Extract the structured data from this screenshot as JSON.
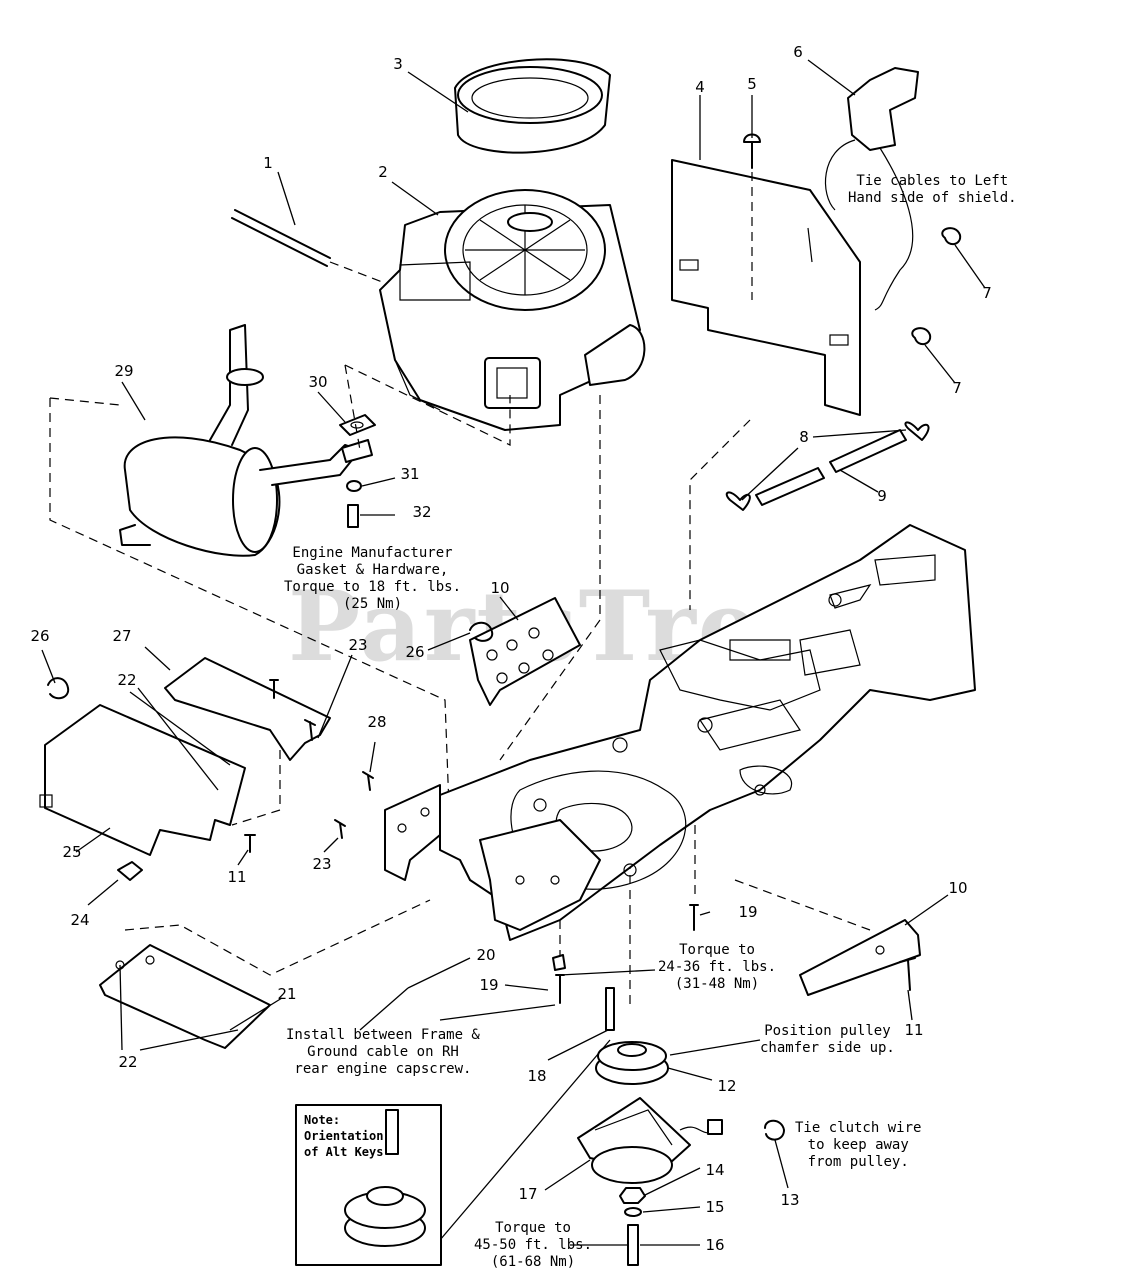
{
  "watermark": "PartsTree",
  "callouts": {
    "c1": "1",
    "c2": "2",
    "c3": "3",
    "c4": "4",
    "c5": "5",
    "c6": "6",
    "c7a": "7",
    "c7b": "7",
    "c8": "8",
    "c9": "9",
    "c10a": "10",
    "c10b": "10",
    "c11a": "11",
    "c11b": "11",
    "c12": "12",
    "c13": "13",
    "c14": "14",
    "c15": "15",
    "c16": "16",
    "c17": "17",
    "c18": "18",
    "c19a": "19",
    "c19b": "19",
    "c20": "20",
    "c21": "21",
    "c22a": "22",
    "c22b": "22",
    "c23a": "23",
    "c23b": "23",
    "c24": "24",
    "c25": "25",
    "c26a": "26",
    "c26b": "26",
    "c27": "27",
    "c28": "28",
    "c29": "29",
    "c30": "30",
    "c31": "31",
    "c32": "32"
  },
  "notes": {
    "tie_cables": [
      "Tie cables to Left",
      "Hand side of shield."
    ],
    "engine_gasket": [
      "Engine Manufacturer",
      "Gasket & Hardware,",
      "Torque to 18 ft. lbs.",
      "(25 Nm)"
    ],
    "torque_24_36": [
      "Torque to",
      "24-36 ft. lbs.",
      "(31-48 Nm)"
    ],
    "install_between": [
      "Install between Frame &",
      "Ground cable on RH",
      "rear engine capscrew."
    ],
    "position_pulley": [
      "Position pulley",
      "chamfer side up."
    ],
    "tie_clutch": [
      "Tie clutch wire",
      "to keep away",
      "from pulley."
    ],
    "torque_45_50": [
      "Torque to",
      "45-50 ft. lbs.",
      "(61-68 Nm)"
    ],
    "orientation_box": [
      "Note:",
      "Orientation",
      "of Alt Keys"
    ]
  }
}
